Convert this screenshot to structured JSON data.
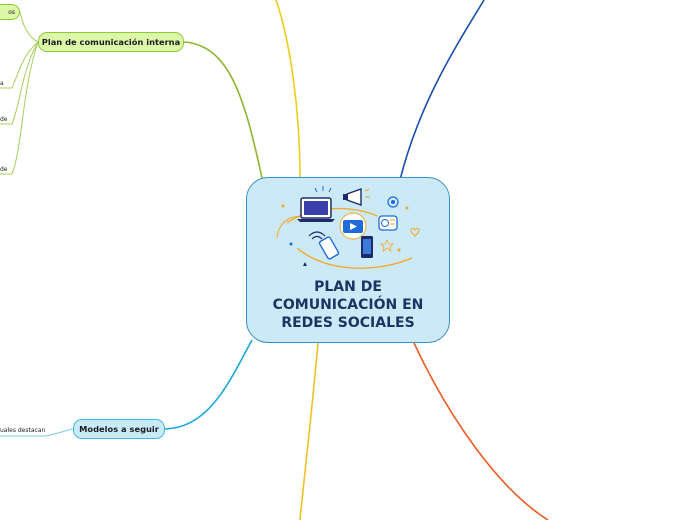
{
  "central": {
    "title": "PLAN DE\nCOMUNICACIÓN EN\nREDES SOCIALES"
  },
  "branches": {
    "internal_plan": {
      "label": "Plan de comunicación interna",
      "color": "#8ab82e"
    },
    "models": {
      "label": "Modelos a seguir",
      "color": "#1ba6d8"
    },
    "top_left": {
      "color": "#f0cc1a"
    },
    "top_right": {
      "color": "#1a4fb0"
    },
    "bottom_center": {
      "color": "#f2c026"
    },
    "bottom_right": {
      "color": "#f05a22"
    }
  },
  "subtopics": {
    "partial_top": "os",
    "fragment_1": "a",
    "fragment_2": "de",
    "fragment_3": "de",
    "models_child": "uales destacan"
  },
  "central_icons": [
    "laptop-icon",
    "megaphone-icon",
    "play-button-icon",
    "smartphone-icon",
    "tablet-icon",
    "radio-icon",
    "target-icon",
    "wifi-icon",
    "heart-icon",
    "speech-bubble-icon"
  ]
}
